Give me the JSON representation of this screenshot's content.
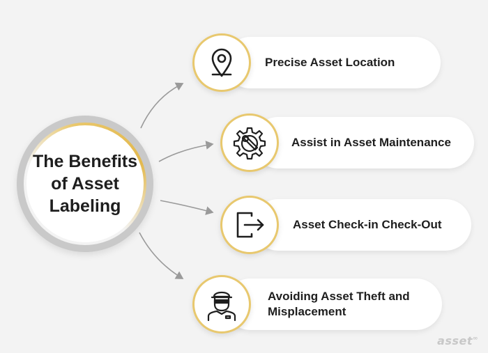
{
  "title": "The Benefits\nof Asset\nLabeling",
  "benefits": [
    {
      "label": "Precise Asset Location",
      "icon": "location-pin-icon"
    },
    {
      "label": "Assist in Asset Maintenance",
      "icon": "gear-wrench-icon"
    },
    {
      "label": "Asset Check-in Check-Out",
      "icon": "exit-arrow-icon"
    },
    {
      "label": "Avoiding Asset Theft and Misplacement",
      "icon": "masked-thief-icon"
    }
  ],
  "brand": {
    "name": "asset",
    "suffix": "∞"
  },
  "colors": {
    "accent": "#e8c86e",
    "ring": "#c9c9c9",
    "background": "#f3f3f3",
    "text": "#1e1e1e",
    "connector": "#9a9a9a"
  }
}
